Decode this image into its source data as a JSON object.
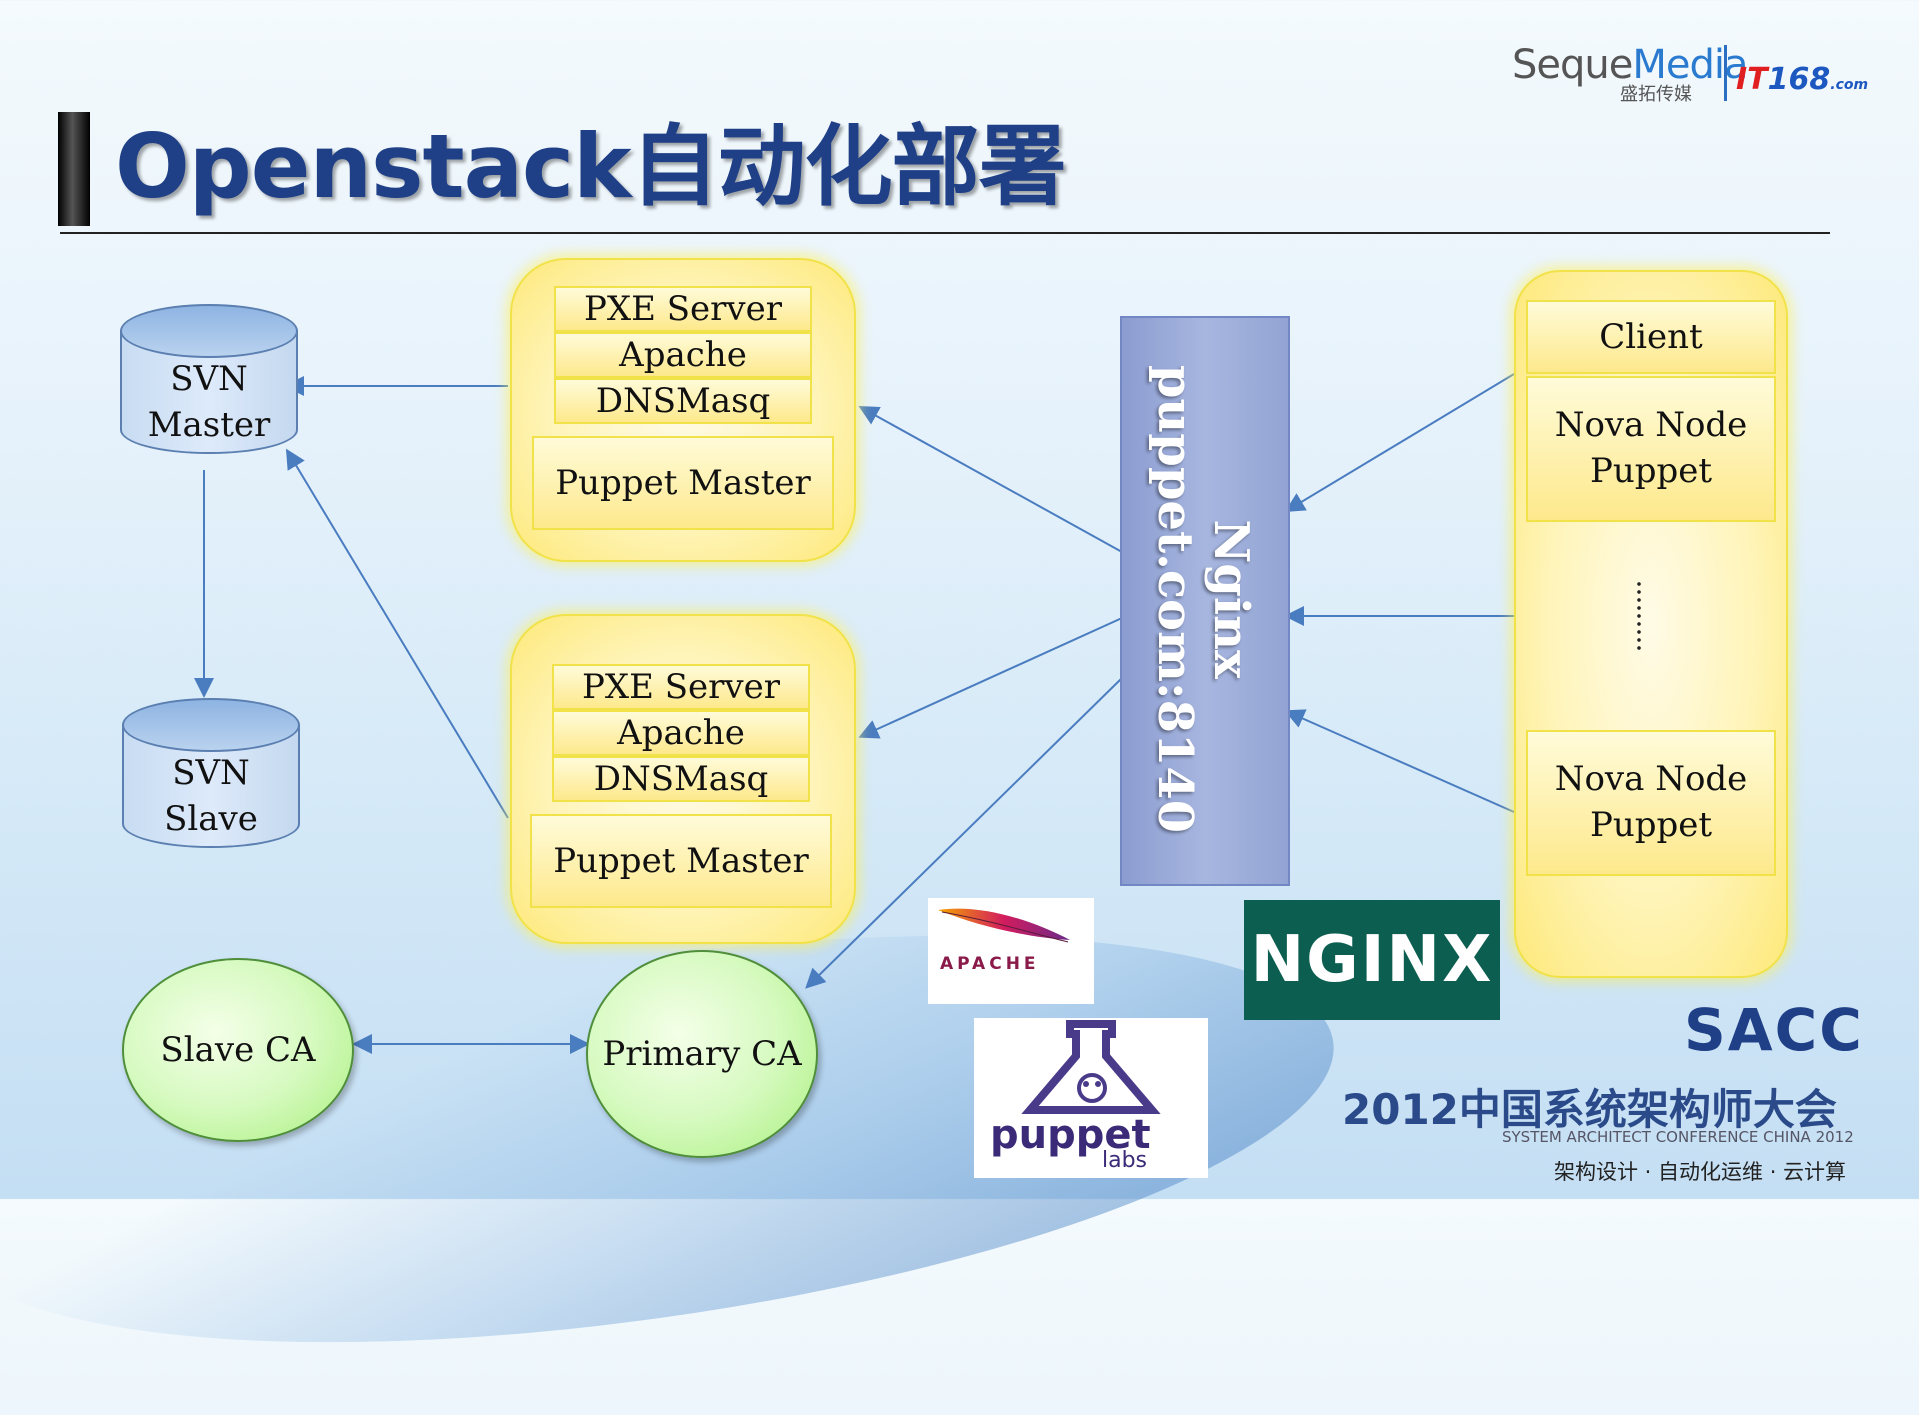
{
  "title": "Openstack自动化部署",
  "header_logos": {
    "seque_a": "Seque",
    "seque_b": "Media",
    "seque_cn": "盛拓传媒",
    "it168_a": "IT",
    "it168_b": "168",
    "it168_c": ".com"
  },
  "svn_master": {
    "line1": "SVN",
    "line2": "Master"
  },
  "svn_slave": {
    "line1": "SVN",
    "line2": "Slave"
  },
  "group1": {
    "pxe": "PXE Server",
    "apache": "Apache",
    "dnsmasq": "DNSMasq",
    "puppet_master": "Puppet Master"
  },
  "group2": {
    "pxe": "PXE Server",
    "apache": "Apache",
    "dnsmasq": "DNSMasq",
    "puppet_master": "Puppet Master"
  },
  "nginx": {
    "line1": "Nginx",
    "line2": "puppet.com:8140"
  },
  "clients": {
    "header": "Client",
    "node1": {
      "line1": "Nova Node",
      "line2": "Puppet"
    },
    "node2": {
      "line1": "Nova Node",
      "line2": "Puppet"
    }
  },
  "slave_ca": "Slave CA",
  "primary_ca": "Primary CA",
  "logos": {
    "apache": "APACHE",
    "nginx": "NGINX",
    "puppet": "puppet",
    "puppet_labs": "labs"
  },
  "footer": {
    "sacc": "SACC",
    "conference_cn": "2012中国系统架构师大会",
    "conference_en": "SYSTEM ARCHITECT CONFERENCE CHINA 2012",
    "tagline": "架构设计 · 自动化运维 · 云计算"
  },
  "colors": {
    "title": "#1f3f86",
    "arrow": "#4a7cc0",
    "highlight": "#fde98c",
    "ca_green": "#a9ef7c",
    "nginx_box": "#8b9cd0"
  }
}
